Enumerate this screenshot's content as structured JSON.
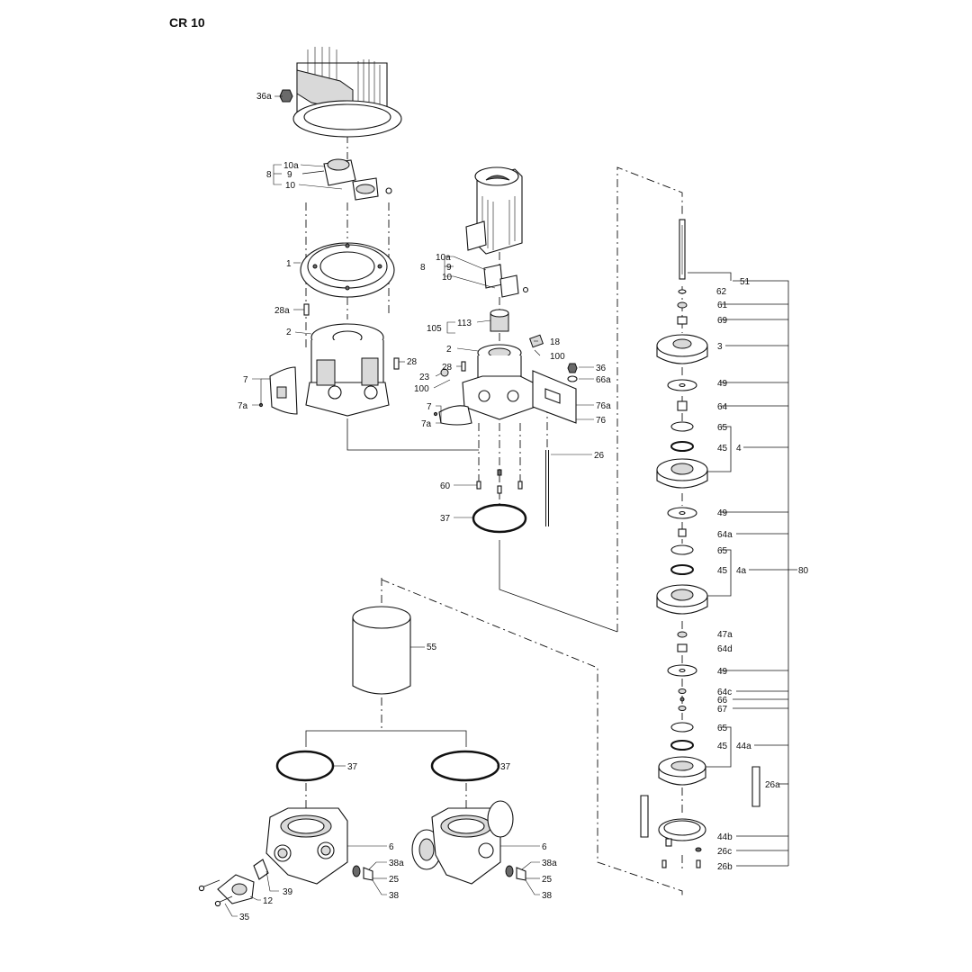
{
  "title": "CR 10",
  "labels": {
    "l36a": "36a",
    "l8a": "8",
    "l10a_a": "10a",
    "l9_a": "9",
    "l10_a": "10",
    "l1": "1",
    "l28a": "28a",
    "l2a": "2",
    "l28_a": "28",
    "l7_a": "7",
    "l7a_a": "7a",
    "l10a_b": "10a",
    "l8b": "8",
    "l9_b": "9",
    "l10_b": "10",
    "l105": "105",
    "l113": "113",
    "l18": "18",
    "l2b": "2",
    "l100a": "100",
    "l28_b": "28",
    "l36": "36",
    "l23": "23",
    "l66a": "66a",
    "l100b": "100",
    "l7_b": "7",
    "l76a": "76a",
    "l7a_b": "7a",
    "l76": "76",
    "l26": "26",
    "l60": "60",
    "l37a": "37",
    "l55": "55",
    "l37b": "37",
    "l37c": "37",
    "l6a": "6",
    "l6b": "6",
    "l38a_a": "38a",
    "l38a_b": "38a",
    "l25a": "25",
    "l25b": "25",
    "l39": "39",
    "l38_a": "38",
    "l38_b": "38",
    "l12": "12",
    "l35": "35",
    "s51": "51",
    "s62": "62",
    "s61": "61",
    "s69": "69",
    "s3": "3",
    "s49a": "49",
    "s64": "64",
    "s65a": "65",
    "s45a": "45",
    "s4": "4",
    "s49b": "49",
    "s64a": "64a",
    "s65b": "65",
    "s45b": "45",
    "s4a": "4a",
    "s80": "80",
    "s47a": "47a",
    "s64d": "64d",
    "s49c": "49",
    "s64c": "64c",
    "s66": "66",
    "s67": "67",
    "s65c": "65",
    "s45c": "45",
    "s44a": "44a",
    "s26a": "26a",
    "s44b": "44b",
    "s26c": "26c",
    "s26b": "26b"
  }
}
